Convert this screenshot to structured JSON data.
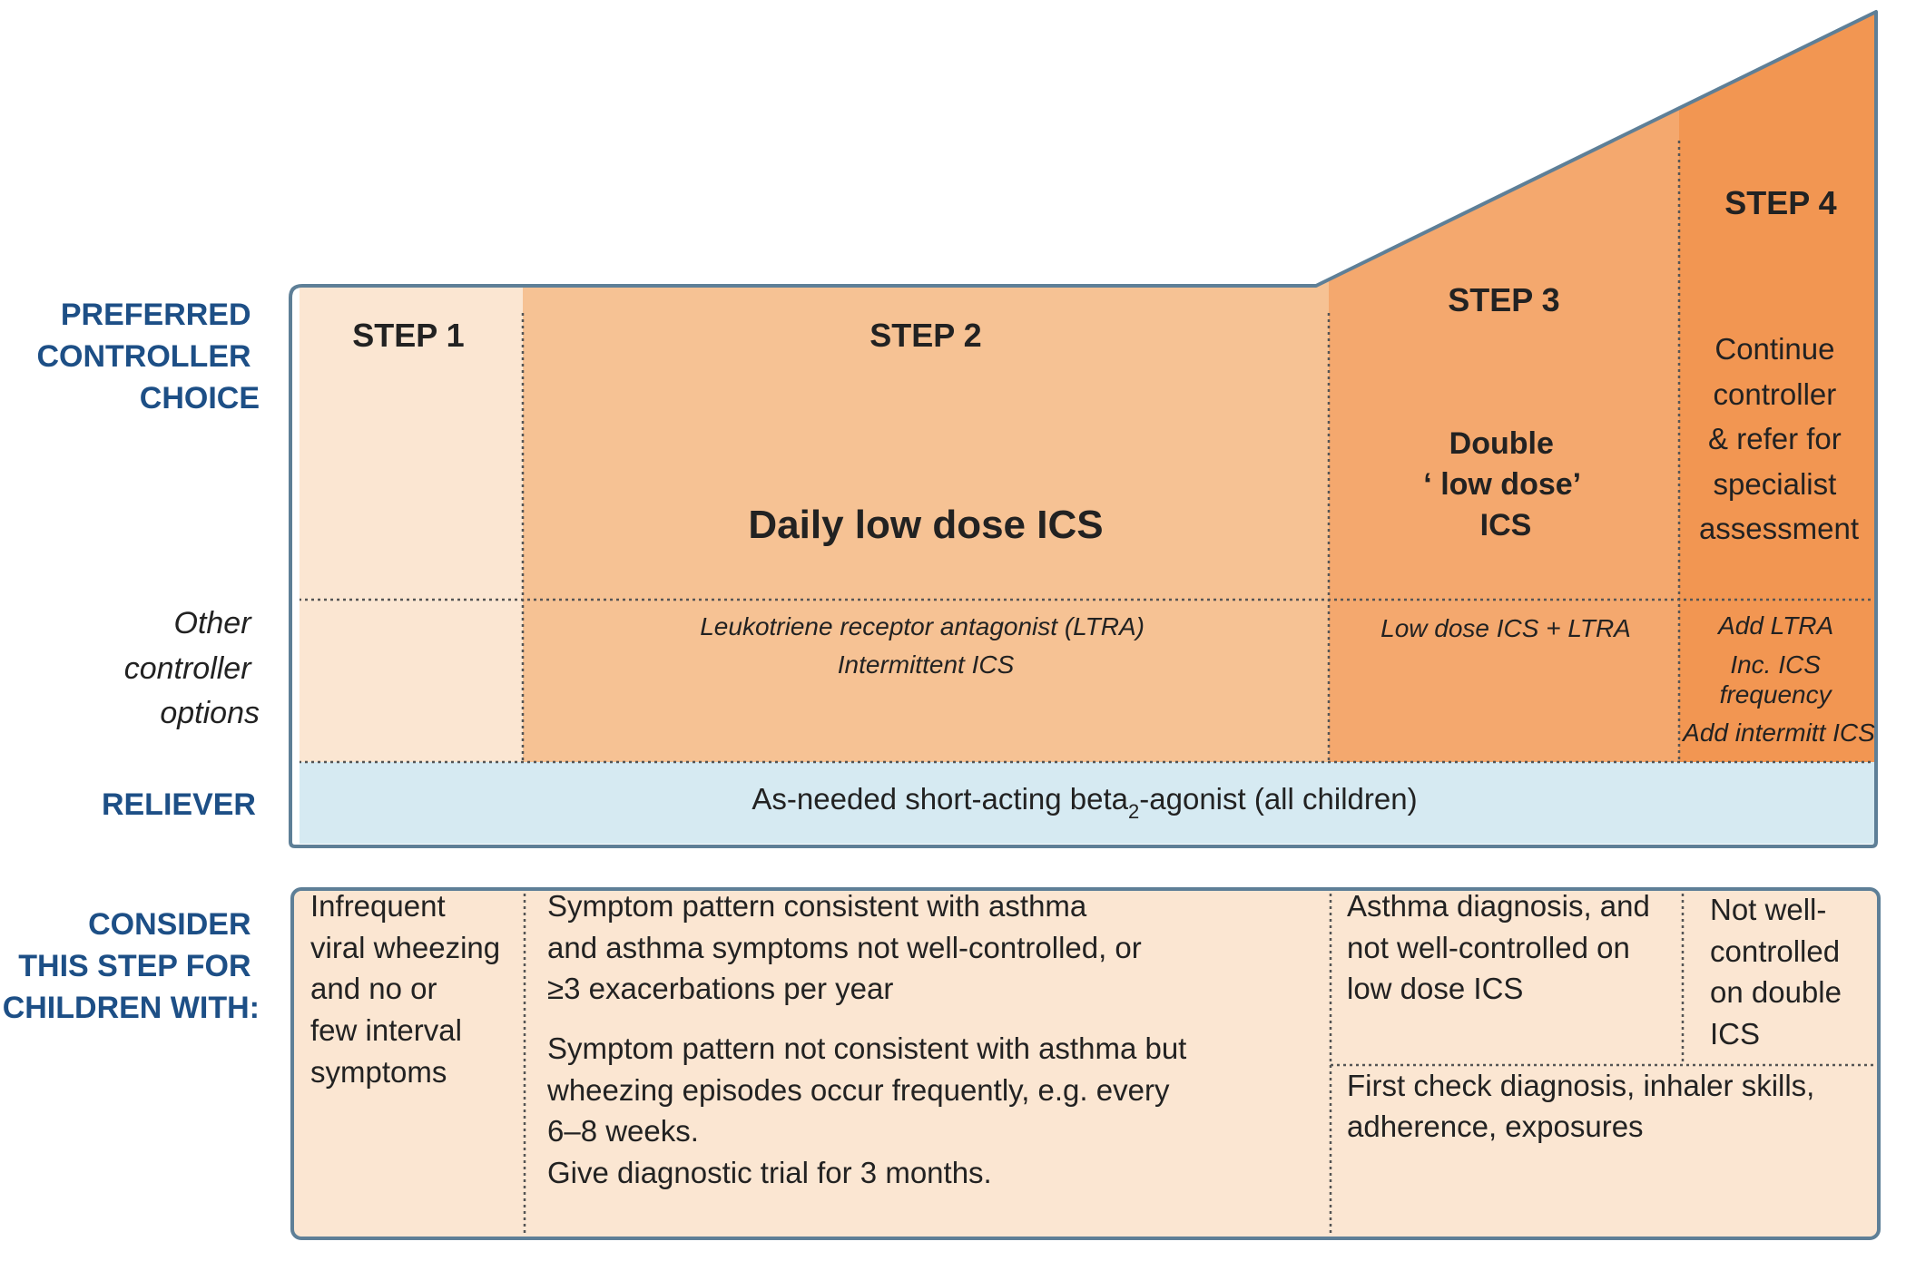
{
  "row_labels": {
    "preferred": [
      "PREFERRED",
      "CONTROLLER",
      "CHOICE"
    ],
    "other": [
      "Other",
      "controller",
      "options"
    ],
    "reliever": "RELIEVER",
    "consider": [
      "CONSIDER",
      "THIS STEP FOR",
      "CHILDREN WITH:"
    ]
  },
  "steps": {
    "step1": {
      "title": "STEP 1"
    },
    "step2": {
      "title": "STEP 2",
      "preferred": "Daily low dose ICS",
      "other": [
        "Leukotriene receptor antagonist (LTRA)",
        "Intermittent ICS"
      ]
    },
    "step3": {
      "title": "STEP 3",
      "preferred": [
        "Double",
        "‘ low dose’",
        "ICS"
      ],
      "other": [
        "Low dose ICS + LTRA"
      ]
    },
    "step4": {
      "title": "STEP 4",
      "preferred": [
        "Continue",
        "controller",
        "& refer for",
        "specialist",
        "assessment"
      ],
      "other": [
        "Add LTRA",
        "Inc. ICS",
        "frequency",
        "Add intermitt ICS"
      ]
    }
  },
  "reliever": {
    "prefix": "As-needed short-acting beta",
    "subscript": "2",
    "suffix": "-agonist (all children)"
  },
  "consider": {
    "step1": [
      "Infrequent",
      "viral wheezing",
      "and no or",
      "few interval",
      "symptoms"
    ],
    "step2a": [
      "Symptom pattern consistent with asthma",
      "and asthma symptoms not well-controlled, or",
      "≥3 exacerbations per year"
    ],
    "step2b": [
      "Symptom pattern not consistent with asthma but",
      "wheezing episodes occur frequently, e.g. every",
      "6–8 weeks.",
      "Give diagnostic trial for 3 months."
    ],
    "step3": [
      "Asthma diagnosis, and",
      "not well-controlled on",
      "low dose ICS"
    ],
    "step4": [
      "Not well-",
      "controlled",
      "on double",
      "ICS"
    ],
    "step34": [
      "First check diagnosis, inhaler skills,",
      "adherence, exposures"
    ]
  },
  "colors": {
    "label_blue": "#1d4f86",
    "step1_fill": "#fbe6d2",
    "step2_fill": "#f6c294",
    "step3_fill": "#f4a86e",
    "step4_fill": "#f29652",
    "reliever_fill": "#d6eaf2",
    "consider_fill": "#fbe6d2",
    "border": "#5e7f97"
  }
}
